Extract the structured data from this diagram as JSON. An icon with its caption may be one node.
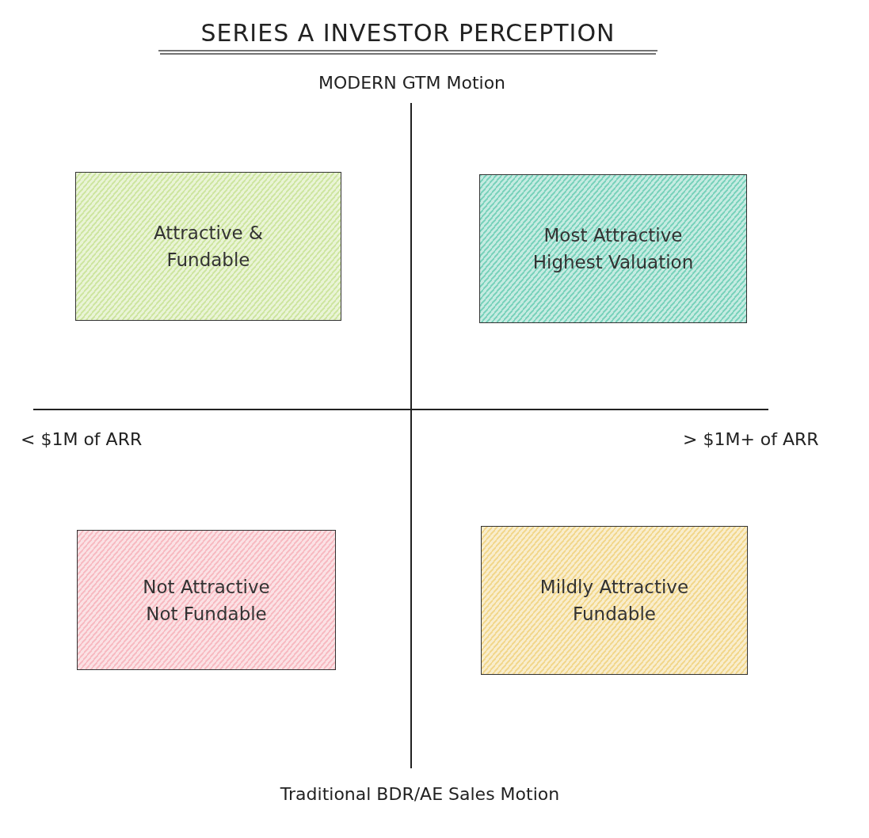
{
  "diagram": {
    "title": "SERIES A INVESTOR PERCEPTION",
    "nodes": [
      {
        "text": [
          "Attractive & Fundable"
        ]
      },
      {
        "text": [
          "Most Attractive",
          "Highest Valuation"
        ]
      },
      {
        "text": [
          "Not Attractive",
          "Not Fundable"
        ]
      },
      {
        "text": [
          "Mildly Attractive",
          "Fundable"
        ]
      }
    ],
    "edges": [],
    "labels": [
      "MODERN GTM Motion",
      "< $1M of ARR",
      "> $1M+ of ARR",
      "Traditional BDR/AE Sales Motion"
    ]
  }
}
